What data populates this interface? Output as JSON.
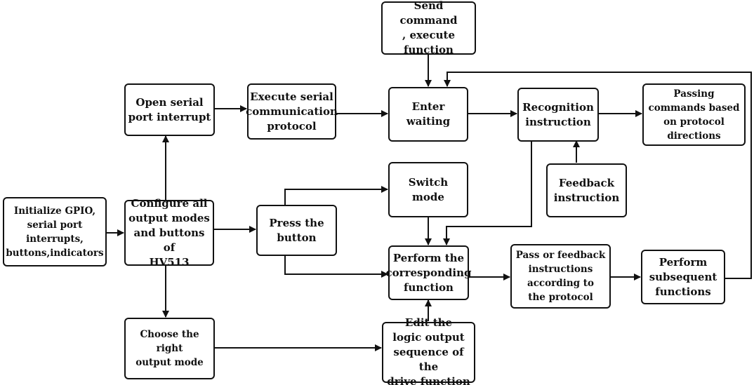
{
  "nodes": {
    "init": "Initialize GPIO,\nserial port\ninterrupts,\nbuttons,indicators",
    "configure": "Configure all\noutput modes\nand buttons of\nHV513",
    "open_serial": "Open serial\nport interrupt",
    "execute_serial": "Execute serial\ncommunication\nprotocol",
    "send_command": "Send command\n, execute function",
    "enter_waiting": "Enter waiting",
    "recognition": "Recognition\ninstruction",
    "passing_commands": "Passing\ncommands based\non protocol\ndirections",
    "feedback": "Feedback\ninstruction",
    "switch_mode": "Switch mode",
    "press_button": "Press the\nbutton",
    "perform_corresponding": "Perform the\ncorresponding\nfunction",
    "pass_feedback": "Pass or feedback\ninstructions\naccording to\nthe protocol",
    "perform_subsequent": "Perform\nsubsequent\nfunctions",
    "choose_mode": "Choose the right\noutput mode",
    "edit_logic": "Edit the\nlogic output\nsequence of the\ndrive function"
  },
  "colors": {
    "stroke": "#111111",
    "background": "#ffffff"
  }
}
